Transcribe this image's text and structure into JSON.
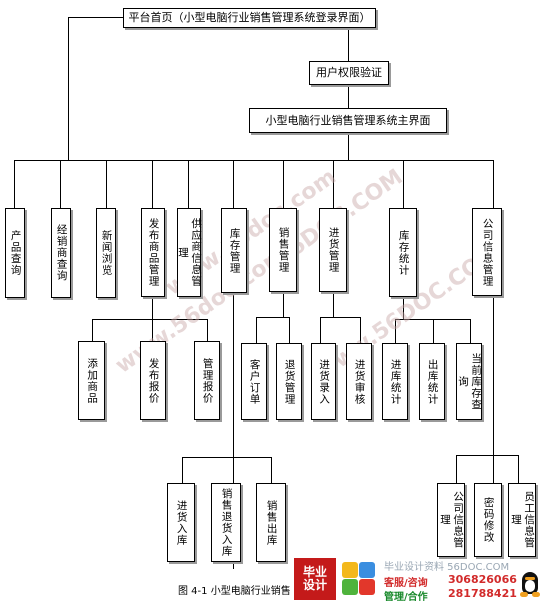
{
  "diagram": {
    "title": "平台首页（小型电脑行业销售管理系统登录界面）",
    "auth": "用户权限验证",
    "main": "小型电脑行业销售管理系统主界面",
    "modules": {
      "product_query": "产品查询",
      "dealer_query": "经销商查询",
      "news_browse": "新闻浏览",
      "publish_product": "发布商品管理",
      "supplier_info": "供应商信息管理",
      "stock_manage": "库存管理",
      "sales_manage": "销售管理",
      "purchase_manage": "进货管理",
      "stock_stats": "库存统计",
      "company_info": "公司信息管理"
    },
    "sub": {
      "add_goods": "添加商品",
      "publish_quote": "发布报价",
      "manage_quote": "管理报价",
      "customer_order": "客户订单",
      "return_manage": "退货管理",
      "purchase_entry": "进货录入",
      "purchase_review": "进货审核",
      "in_stats": "进库统计",
      "out_stats": "出库统计",
      "current_stock": "当前库存查询",
      "purchase_in": "进货入库",
      "sales_return_in": "销售退货入库",
      "sales_out": "销售出库",
      "company_info_manage": "公司信息管理",
      "password_change": "密码修改",
      "staff_info": "员工信息管理"
    },
    "caption": "图 4-1  小型电脑行业销售"
  },
  "watermarks": [
    "www.56doc.com",
    "56DOC.COM",
    "www.56doc.com",
    "www.56DOC.COM"
  ],
  "brand": {
    "logo_line1": "毕业",
    "logo_line2": "设计",
    "site": "毕业设计资料 56DOC.COM",
    "service": "客服/咨询",
    "manage": "管理/合作",
    "phone1": "306826066",
    "phone2": "281788421"
  }
}
